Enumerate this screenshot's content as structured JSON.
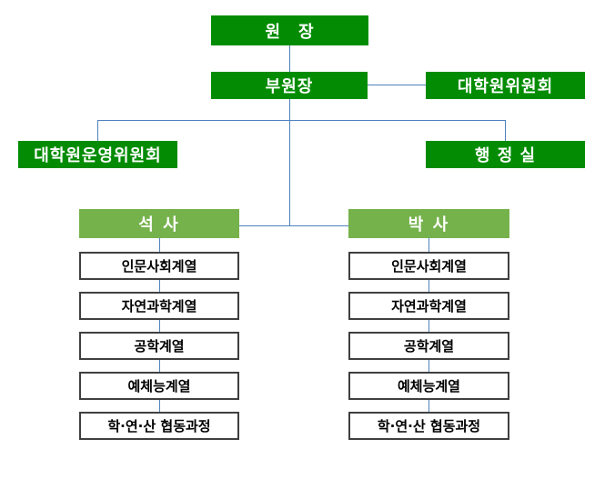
{
  "nodes": {
    "director": "원　장",
    "vice_director": "부원장",
    "graduate_committee": "대학원위원회",
    "operating_committee": "대학원운영위원회",
    "admin_office": "행 정 실"
  },
  "programs": [
    {
      "header": "석 사",
      "items": [
        "인문사회계열",
        "자연과학계열",
        "공학계열",
        "예체능계열",
        "학·연·산 협동과정"
      ]
    },
    {
      "header": "박 사",
      "items": [
        "인문사회계열",
        "자연과학계열",
        "공학계열",
        "예체능계열",
        "학·연·산 협동과정"
      ]
    }
  ],
  "colors": {
    "dark_green": "#038C03",
    "light_green": "#76B24C",
    "connector": "#4F81BD",
    "box_border": "#3F3F3F"
  }
}
